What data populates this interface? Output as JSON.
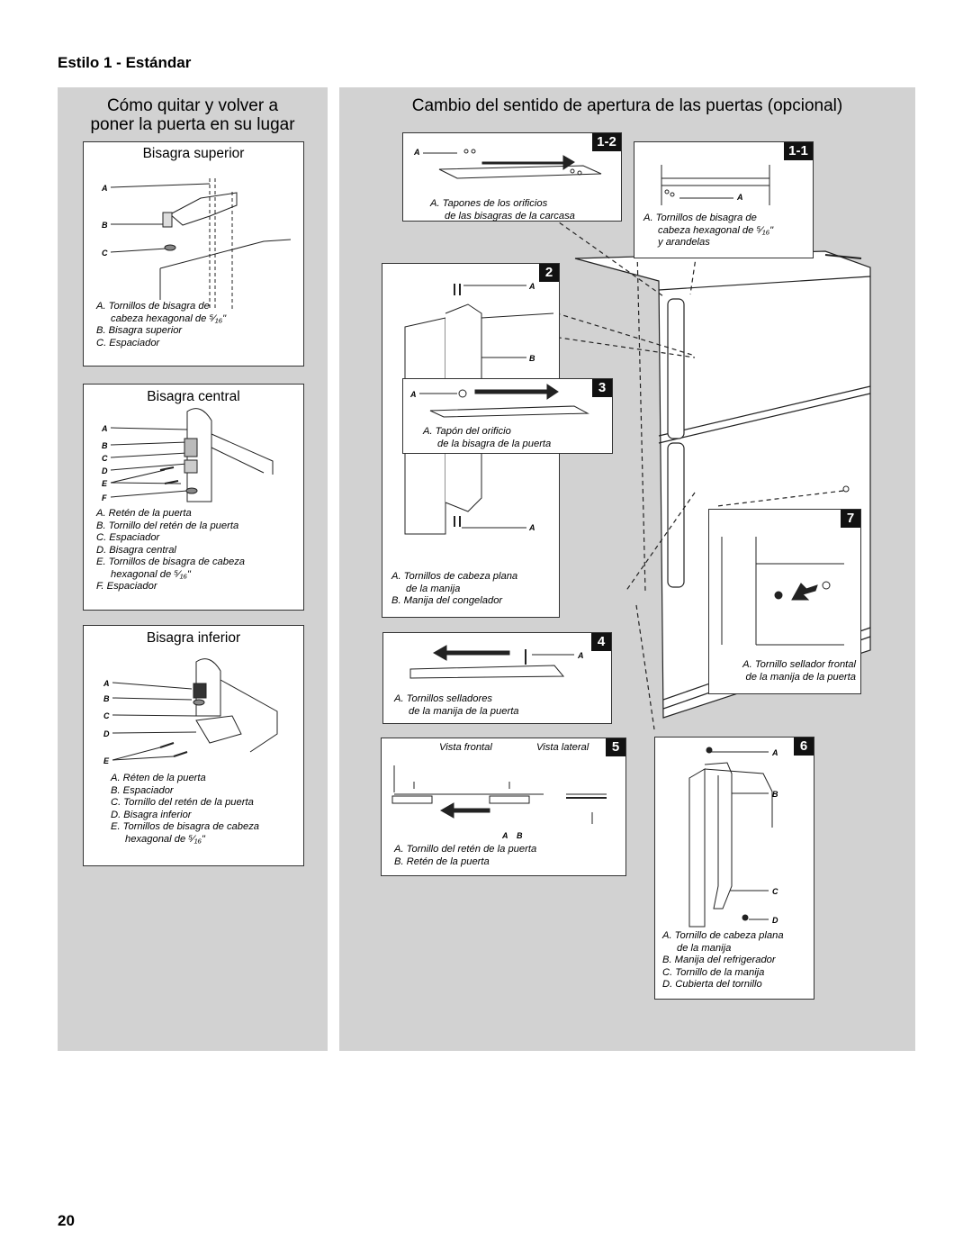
{
  "section_title": "Estilo 1 - Estándar",
  "left": {
    "title_line1": "Cómo quitar y volver a",
    "title_line2": "poner la puerta en su lugar",
    "top_hinge": {
      "title": "Bisagra superior",
      "letters": [
        "A",
        "B",
        "C"
      ],
      "captions": [
        "A. Tornillos de bisagra de",
        "cabeza hexagonal de ⁵⁄₁₆\"",
        "B. Bisagra superior",
        "C. Espaciador"
      ]
    },
    "center_hinge": {
      "title": "Bisagra central",
      "letters": [
        "A",
        "B",
        "C",
        "D",
        "E",
        "F"
      ],
      "captions": [
        "A. Retén de la puerta",
        "B. Tornillo del retén de la puerta",
        "C. Espaciador",
        "D. Bisagra central",
        "E. Tornillos de bisagra de cabeza",
        "hexagonal de ⁵⁄₁₆\"",
        "F. Espaciador"
      ]
    },
    "bottom_hinge": {
      "title": "Bisagra inferior",
      "letters": [
        "A",
        "B",
        "C",
        "D",
        "E"
      ],
      "captions": [
        "A. Réten de la puerta",
        "B. Espaciador",
        "C. Tornillo del retén de la puerta",
        "D. Bisagra inferior",
        "E. Tornillos de bisagra de cabeza",
        "hexagonal de ⁵⁄₁₆\""
      ]
    }
  },
  "right": {
    "title": "Cambio del sentido de apertura de las puertas (opcional)",
    "step_1_2": {
      "badge": "1-2",
      "letter": "A",
      "captions": [
        "A. Tapones de los orificios",
        "de las bisagras de la carcasa"
      ]
    },
    "step_1_1": {
      "badge": "1-1",
      "letter": "A",
      "captions": [
        "A. Tornillos de bisagra de",
        "cabeza hexagonal de ⁵⁄₁₆\"",
        "y arandelas"
      ]
    },
    "step_2": {
      "badge": "2",
      "letters": [
        "A",
        "B",
        "A"
      ],
      "captions": [
        "A. Tornillos de cabeza plana",
        "de la manija",
        "B. Manija del congelador"
      ]
    },
    "step_3": {
      "badge": "3",
      "letter": "A",
      "captions": [
        "A. Tapón del orificio",
        "de la bisagra de la puerta"
      ]
    },
    "step_4": {
      "badge": "4",
      "letter": "A",
      "captions": [
        "A. Tornillos selladores",
        "de la manija de la puerta"
      ]
    },
    "step_5": {
      "badge": "5",
      "view_front": "Vista frontal",
      "view_side": "Vista lateral",
      "letters": [
        "A",
        "B"
      ],
      "captions": [
        "A. Tornillo del retén de la puerta",
        "B. Retén de la puerta"
      ]
    },
    "step_6": {
      "badge": "6",
      "letters": [
        "A",
        "B",
        "C",
        "D"
      ],
      "captions": [
        "A. Tornillo de cabeza plana",
        "de la manija",
        "B. Manija del refrigerador",
        "C. Tornillo de la manija",
        "D. Cubierta del tornillo"
      ]
    },
    "step_7": {
      "badge": "7",
      "captions": [
        "A. Tornillo sellador frontal",
        "de la manija de la puerta"
      ]
    }
  },
  "page_number": "20"
}
